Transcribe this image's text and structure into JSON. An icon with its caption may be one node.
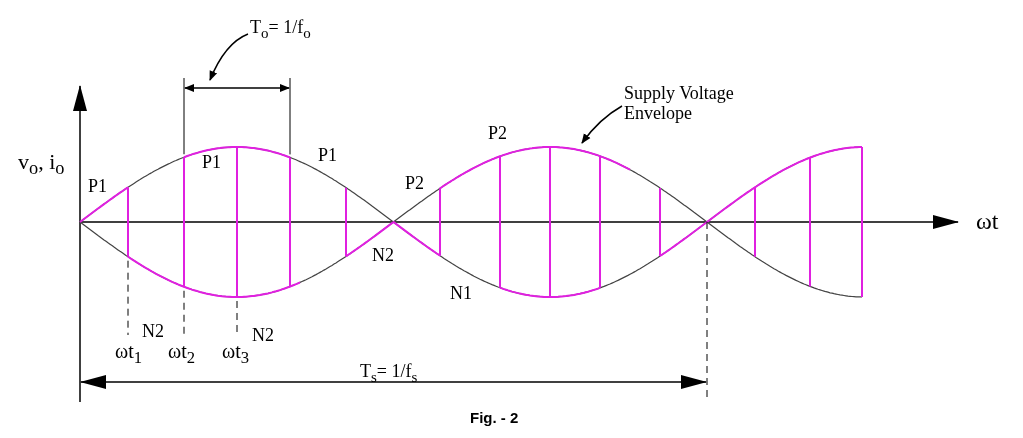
{
  "diagram": {
    "caption": "Fig. - 2",
    "nodes": [
      {
        "text": [
          "T$_{o}$= 1/f$_{o}$"
        ]
      },
      {
        "text": [
          "Supply Voltage Envelope"
        ]
      }
    ],
    "edges": [
      {
        "from": 0,
        "to": null,
        "arrow": "to"
      },
      {
        "from": 1,
        "to": null,
        "arrow": "to"
      }
    ],
    "labels": [
      "v$_{o}$, i$_{o}$",
      "P1",
      "P1",
      "P1",
      "P2",
      "P2",
      "ωt",
      "N2",
      "N1",
      "N2",
      "N2",
      "ωt$_{1}$",
      "ωt$_{2}$",
      "ωt$_{3}$",
      "T$_{s}$= 1/f$_{s}$"
    ]
  }
}
